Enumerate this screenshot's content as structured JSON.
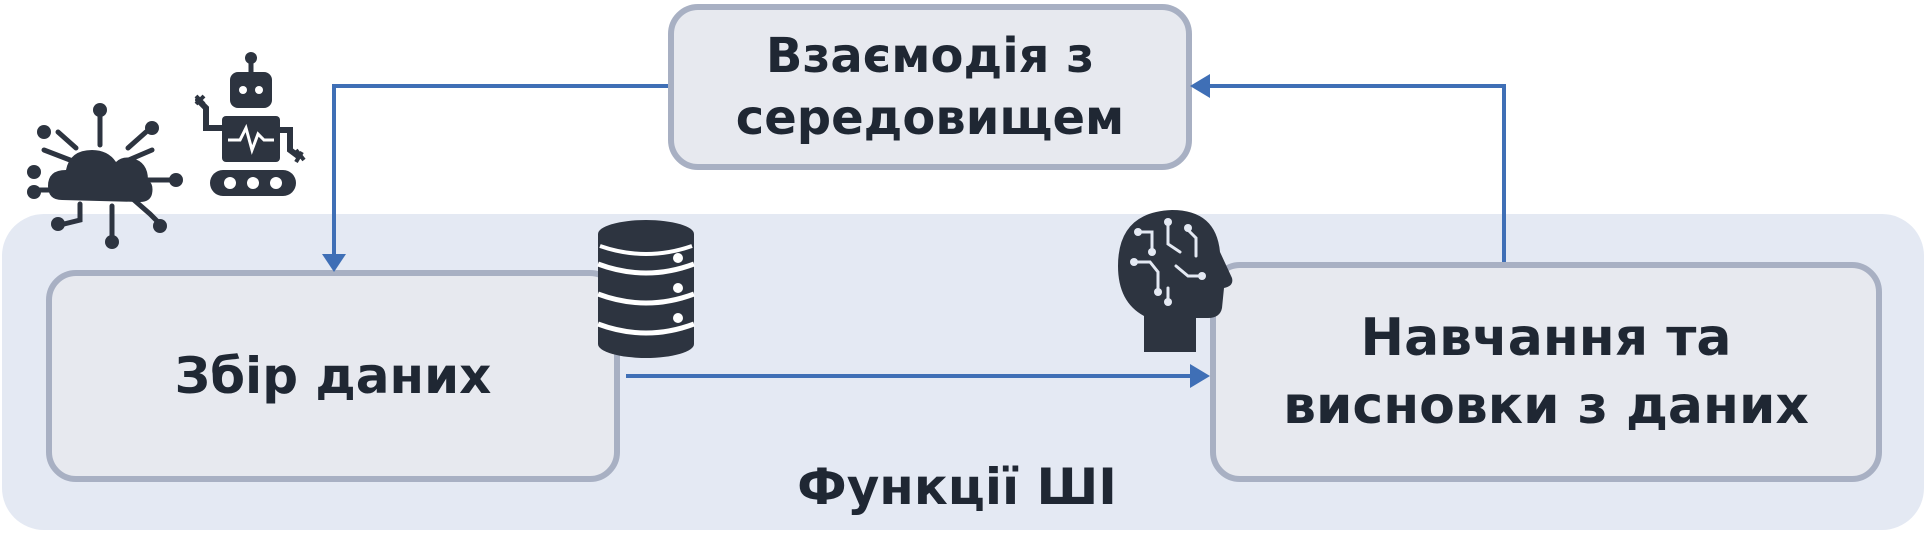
{
  "diagram": {
    "nodes": {
      "interaction": {
        "label": "Взаємодія з\nсередовищем"
      },
      "collection": {
        "label": "Збір даних"
      },
      "learning": {
        "label": "Навчання та\nвисновки з даних"
      }
    },
    "group_label": "Функції ШІ",
    "edges": [
      {
        "from": "interaction",
        "to": "collection"
      },
      {
        "from": "collection",
        "to": "learning"
      },
      {
        "from": "learning",
        "to": "interaction"
      }
    ],
    "icons": [
      "cloud-network-icon",
      "robot-icon",
      "database-icon",
      "ai-head-icon"
    ],
    "colors": {
      "arrow": "#3f6fb6",
      "panel": "#e4e9f3",
      "box_fill": "#e7e9ef",
      "box_border": "#a8b0c3",
      "icon": "#2d3440",
      "text": "#1f2733"
    }
  }
}
